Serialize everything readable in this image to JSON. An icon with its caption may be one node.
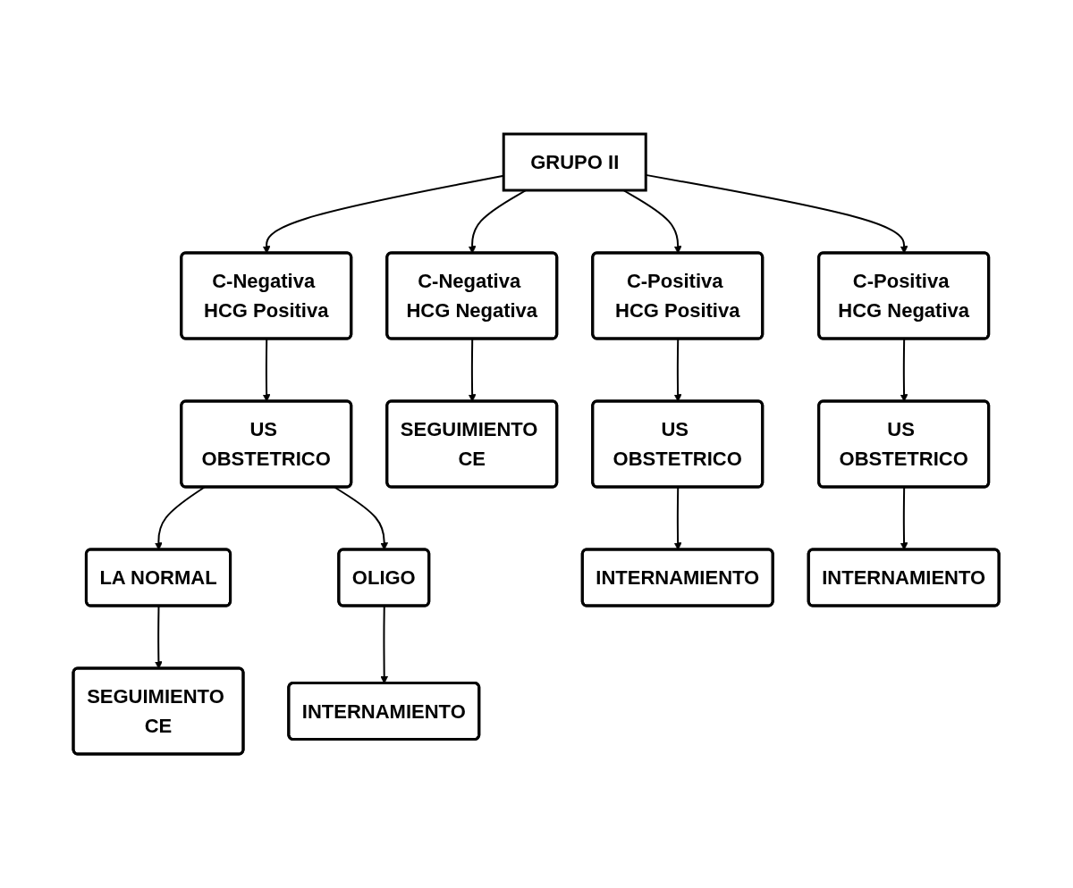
{
  "diagram": {
    "nodes": [
      {
        "text": [
          "GRUPO II"
        ]
      },
      {
        "text": [
          "C-Positiva HCG Positiva"
        ]
      },
      {
        "text": [
          "C-Negativa HCG Negativa"
        ]
      },
      {
        "text": [
          "C-Positiva HCG Negativa"
        ]
      },
      {
        "text": [
          "C-Negativa HCG Positiva"
        ]
      },
      {
        "text": [
          "US OBSTETRICO"
        ]
      },
      {
        "text": [
          "SEGUIMIENTO CE"
        ]
      },
      {
        "text": [
          "US OBSTETRICO"
        ]
      },
      {
        "text": [
          "US OBSTETRICO"
        ]
      },
      {
        "text": [
          "LA NORMAL"
        ]
      },
      {
        "text": [
          "OLIGO"
        ]
      },
      {
        "text": [
          "INTERNAMIENTO"
        ]
      },
      {
        "text": [
          "INTERNAMIENTO"
        ]
      },
      {
        "text": [
          "SEGUIMIENTO CE"
        ]
      },
      {
        "text": [
          "INTERNAMIENTO"
        ]
      }
    ],
    "edges": [
      {
        "from": 0,
        "to": 1,
        "arrow": "to"
      },
      {
        "from": 0,
        "to": 2,
        "arrow": "to"
      },
      {
        "from": 0,
        "to": 3,
        "arrow": "to"
      },
      {
        "from": 0,
        "to": 4,
        "arrow": "to"
      },
      {
        "from": 1,
        "to": 5,
        "arrow": "to"
      },
      {
        "from": 2,
        "to": 6,
        "arrow": "to"
      },
      {
        "from": 3,
        "to": 7,
        "arrow": "to"
      },
      {
        "from": 4,
        "to": 8,
        "arrow": "to"
      },
      {
        "from": 5,
        "to": 11,
        "arrow": "to"
      },
      {
        "from": 7,
        "to": 12,
        "arrow": "to"
      },
      {
        "from": 8,
        "to": 9,
        "arrow": "to"
      },
      {
        "from": 8,
        "to": 10,
        "arrow": "to"
      },
      {
        "from": 9,
        "to": 13,
        "arrow": "to"
      },
      {
        "from": 10,
        "to": 14,
        "arrow": "to"
      }
    ]
  }
}
